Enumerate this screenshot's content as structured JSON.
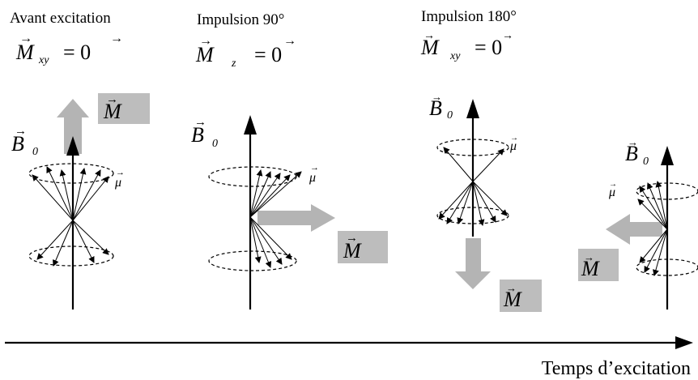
{
  "panels": [
    {
      "title": "Avant excitation",
      "eq_symbol": "M",
      "eq_subscript": "xy",
      "eq_rhs": "= 0",
      "b_symbol": "B",
      "b_subscript": "0",
      "m_label": "M",
      "mu_label": "μ"
    },
    {
      "title": "Impulsion 90°",
      "eq_symbol": "M",
      "eq_subscript": "z",
      "eq_rhs": "= 0",
      "b_symbol": "B",
      "b_subscript": "0",
      "m_label": "M",
      "mu_label": "μ"
    },
    {
      "title": "Impulsion 180°",
      "eq_symbol": "M",
      "eq_subscript": "xy",
      "eq_rhs": "= 0",
      "b_symbol": "B",
      "b_subscript": "0",
      "m_label": "M",
      "mu_label": "μ"
    },
    {
      "b_symbol": "B",
      "b_subscript": "0",
      "m_label": "M",
      "mu_label": "μ"
    }
  ],
  "time_axis_label": "Temps d’excitation",
  "colors": {
    "magnetization_arrow": "#b4b4b4",
    "label_box": "#bdbdbd",
    "ink": "#000000"
  }
}
